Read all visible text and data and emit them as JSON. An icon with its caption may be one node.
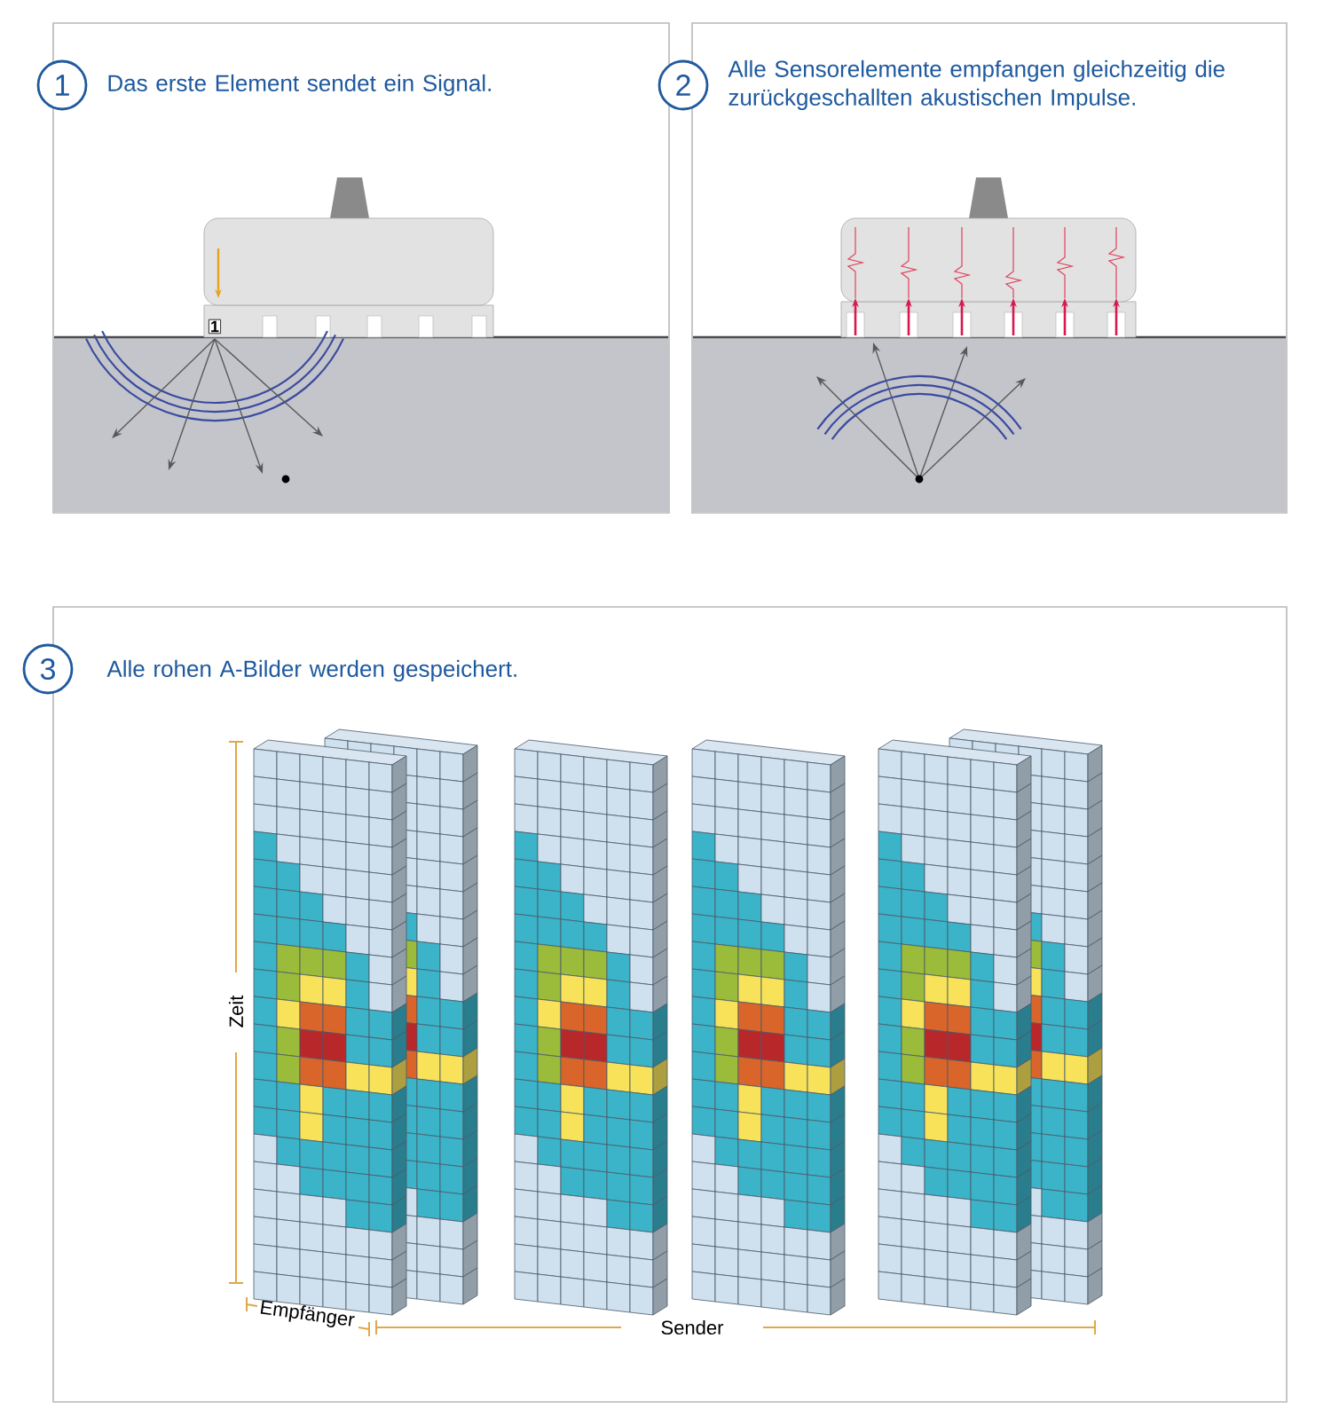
{
  "diagram": {
    "nodes": [
      {
        "text": [
          "1"
        ]
      },
      {
        "text": [
          "Das erste Element sendet ein Signal."
        ]
      },
      {
        "text": [
          "2"
        ]
      },
      {
        "text": [
          "Alle Sensorelemente empfangen gleichzeitig die zurückgeschallten akustischen Impulse."
        ]
      },
      {
        "text": [
          "3"
        ]
      },
      {
        "text": [
          "Alle rohen A-Bilder werden gespeichert."
        ]
      }
    ],
    "labels": [
      "1",
      "Zeit",
      "Empfänger",
      "Sender"
    ]
  }
}
